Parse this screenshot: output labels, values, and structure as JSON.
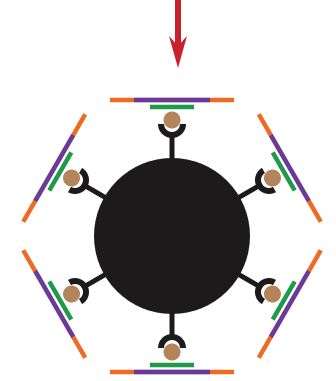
{
  "arrow": {
    "color": "#c8202f",
    "direction": "down"
  },
  "hub": {
    "color": "#1c1a1b",
    "shape": "circle"
  },
  "arms": {
    "count": 6,
    "stem_color": "#1c1a1b"
  },
  "anchor": {
    "ball_color": "#b4855a",
    "cup_color": "#1c1a1b"
  },
  "plate": {
    "outer_color": "#ef6a25",
    "middle_color": "#6a3a9a",
    "inner_color": "#1e9a4a"
  }
}
